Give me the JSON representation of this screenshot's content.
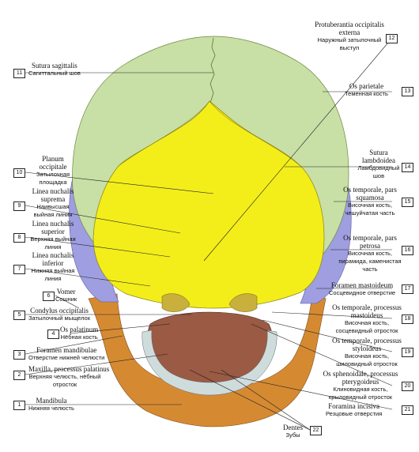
{
  "labels": {
    "l11": {
      "num": "11",
      "latin": "Sutura sagittalis",
      "russian": "Сагиттальный шов"
    },
    "l10": {
      "num": "10",
      "latin": "Planum occipitale",
      "russian": "Затылочная площадка"
    },
    "l9": {
      "num": "9",
      "latin": "Linea nuchalis suprema",
      "russian": "Наивысшая выйная линия"
    },
    "l8": {
      "num": "8",
      "latin": "Linea nuchalis superior",
      "russian": "Верхняя выйная линия"
    },
    "l7": {
      "num": "7",
      "latin": "Linea nuchalis inferior",
      "russian": "Нижняя выйная линия"
    },
    "l6": {
      "num": "6",
      "latin": "Vomer",
      "russian": "Сошник"
    },
    "l5": {
      "num": "5",
      "latin": "Condylus occipitalis",
      "russian": "Затылочный мыщелок"
    },
    "l4": {
      "num": "4",
      "latin": "Os palatinum",
      "russian": "Нёбная кость"
    },
    "l3": {
      "num": "3",
      "latin": "Foramen mandibulae",
      "russian": "Отверстие нижней челюсти"
    },
    "l2": {
      "num": "2",
      "latin": "Maxilla, processus palatinus",
      "russian": "Верхняя челюсть, нёбный отросток"
    },
    "l1": {
      "num": "1",
      "latin": "Mandibula",
      "russian": "Нижняя челюсть"
    },
    "l12": {
      "num": "12",
      "latin": "Protuberantia occipitalis externa",
      "russian": "Наружный затылочный выступ"
    },
    "l13": {
      "num": "13",
      "latin": "Os parietale",
      "russian": "Теменная кость"
    },
    "l14": {
      "num": "14",
      "latin": "Sutura lambdoidea",
      "russian": "Ламбдовидный шов"
    },
    "l15": {
      "num": "15",
      "latin": "Os temporale, pars squamosa",
      "russian": "Височная кость, чешуйчатая часть"
    },
    "l16": {
      "num": "16",
      "latin": "Os temporale, pars petrosa",
      "russian": "Височная кость, пирамида, каменистая часть"
    },
    "l17": {
      "num": "17",
      "latin": "Foramen mastoideum",
      "russian": "Сосцевидное отверстие"
    },
    "l18": {
      "num": "18",
      "latin": "Os temporale, processus mastoideus",
      "russian": "Височная кость, сосцевидный отросток"
    },
    "l19": {
      "num": "19",
      "latin": "Os temporale, processus styloideus",
      "russian": "Височная кость, шиловидный отросток"
    },
    "l20": {
      "num": "20",
      "latin": "Os sphenoidale, processus pterygoideus",
      "russian": "Клиновидная кость, крыловидный отросток"
    },
    "l21": {
      "num": "21",
      "latin": "Foramina incisiva",
      "russian": "Резцовые отверстия"
    },
    "l22": {
      "num": "22",
      "latin": "Dentes",
      "russian": "Зубы"
    }
  },
  "colors": {
    "parietal": "#c8dfa6",
    "occipital": "#f3ee1a",
    "temporal": "#9e9ee0",
    "mandible": "#d58a32",
    "maxilla": "#9a5a44",
    "palatine": "#7b3d3a",
    "teeth": "#cfdcdc",
    "condyle": "#c9b03c",
    "sphenoid": "#8a4b7a"
  }
}
